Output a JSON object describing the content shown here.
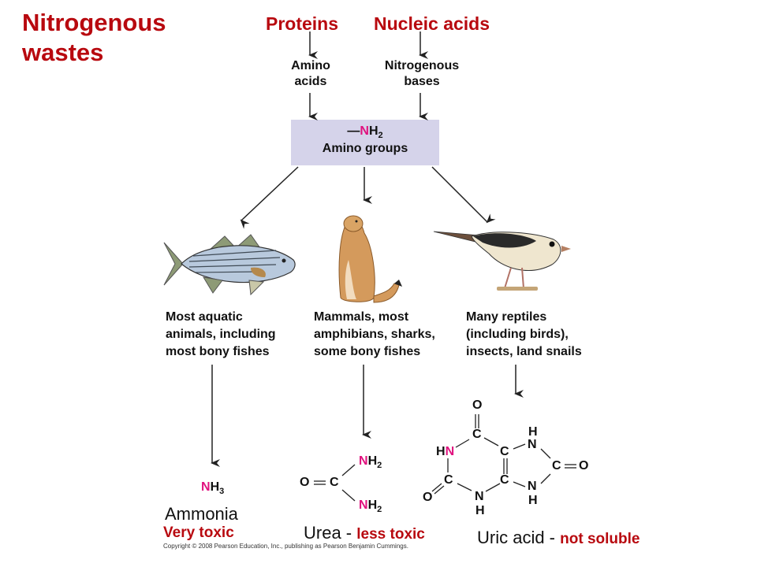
{
  "title": "Nitrogenous wastes",
  "sources": {
    "proteins": "Proteins",
    "nucleic_acids": "Nucleic acids"
  },
  "intermediates": {
    "amino_acids": [
      "Amino",
      "acids"
    ],
    "nitrogenous_bases": [
      "Nitrogenous",
      "bases"
    ]
  },
  "amino_group": {
    "formula_bond": "—",
    "formula_n": "N",
    "formula_h": "H",
    "formula_sub": "2",
    "label": "Amino groups"
  },
  "organisms": [
    {
      "id": "fish",
      "lines": [
        "Most aquatic",
        "animals, including",
        "most bony fishes"
      ]
    },
    {
      "id": "prairie-dog",
      "lines": [
        "Mammals, most",
        "amphibians, sharks,",
        "some bony fishes"
      ]
    },
    {
      "id": "bird",
      "lines": [
        "Many reptiles",
        "(including birds),",
        "insects, land snails"
      ]
    }
  ],
  "products": {
    "ammonia": {
      "formula_n": "N",
      "formula_h": "H",
      "formula_sub": "3",
      "name": "Ammonia",
      "toxicity": "Very toxic"
    },
    "urea": {
      "o": "O",
      "c": "C",
      "n": "N",
      "h": "H",
      "sub": "2",
      "name": "Urea - ",
      "toxicity": "less toxic"
    },
    "uric_acid": {
      "o": "O",
      "c": "C",
      "n": "N",
      "h": "H",
      "name": "Uric acid - ",
      "toxicity": "not soluble"
    }
  },
  "copyright": "Copyright © 2008 Pearson Education, Inc., publishing as Pearson Benjamin Cummings.",
  "colors": {
    "title_red": "#b8090f",
    "nitrogen_pink": "#e0117e",
    "box_lavender": "#d5d3ea"
  }
}
